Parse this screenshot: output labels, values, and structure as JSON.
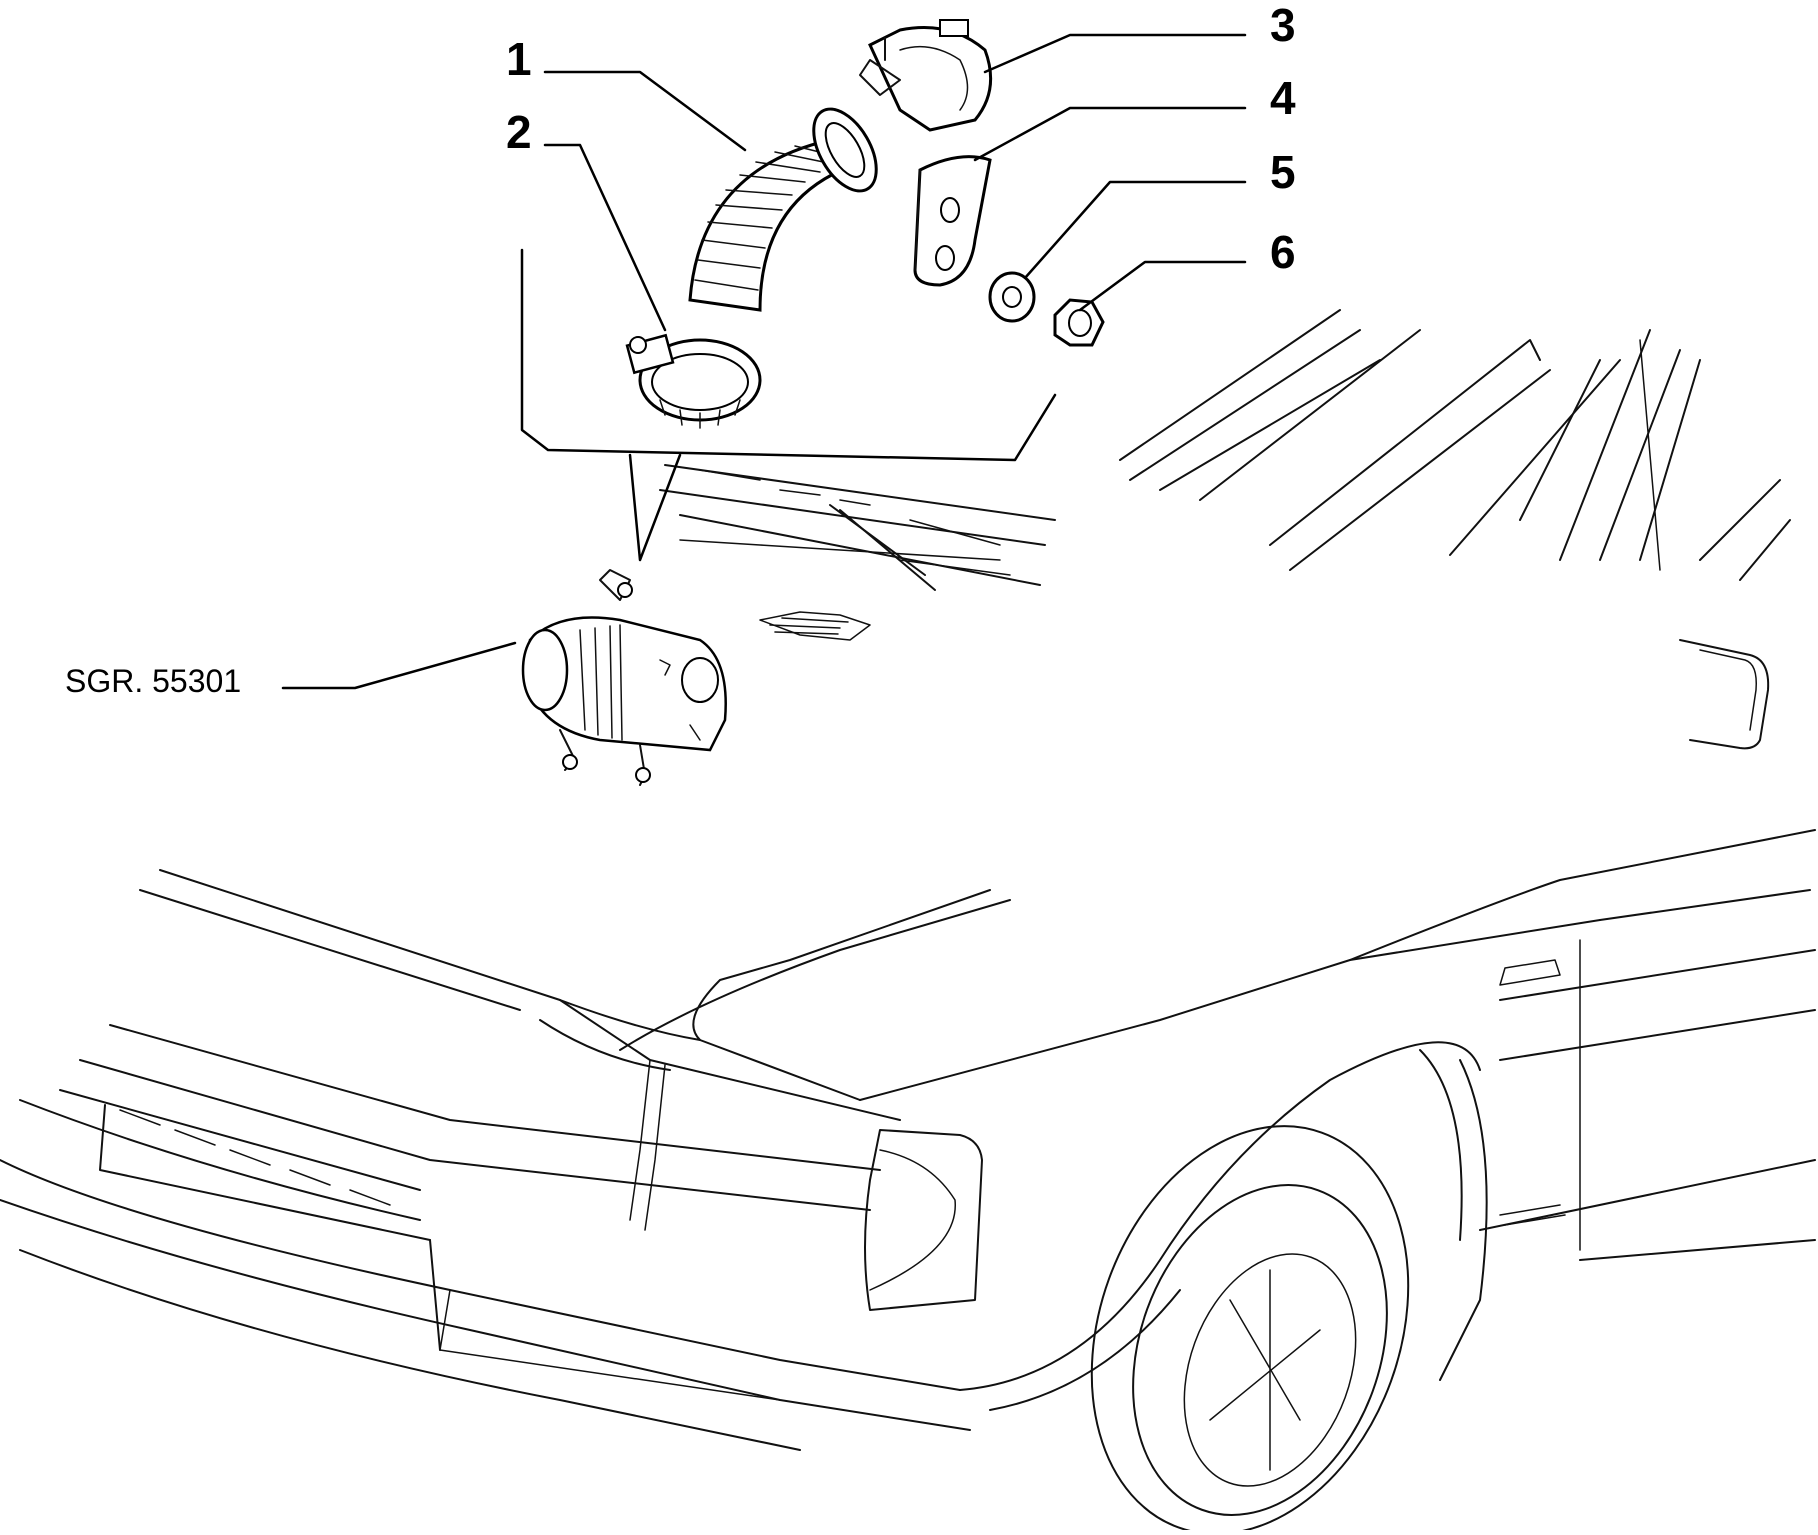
{
  "callouts": [
    {
      "id": "1",
      "label": "1"
    },
    {
      "id": "2",
      "label": "2"
    },
    {
      "id": "3",
      "label": "3"
    },
    {
      "id": "4",
      "label": "4"
    },
    {
      "id": "5",
      "label": "5"
    },
    {
      "id": "6",
      "label": "6"
    }
  ],
  "reference": {
    "label": "SGR. 55301"
  }
}
